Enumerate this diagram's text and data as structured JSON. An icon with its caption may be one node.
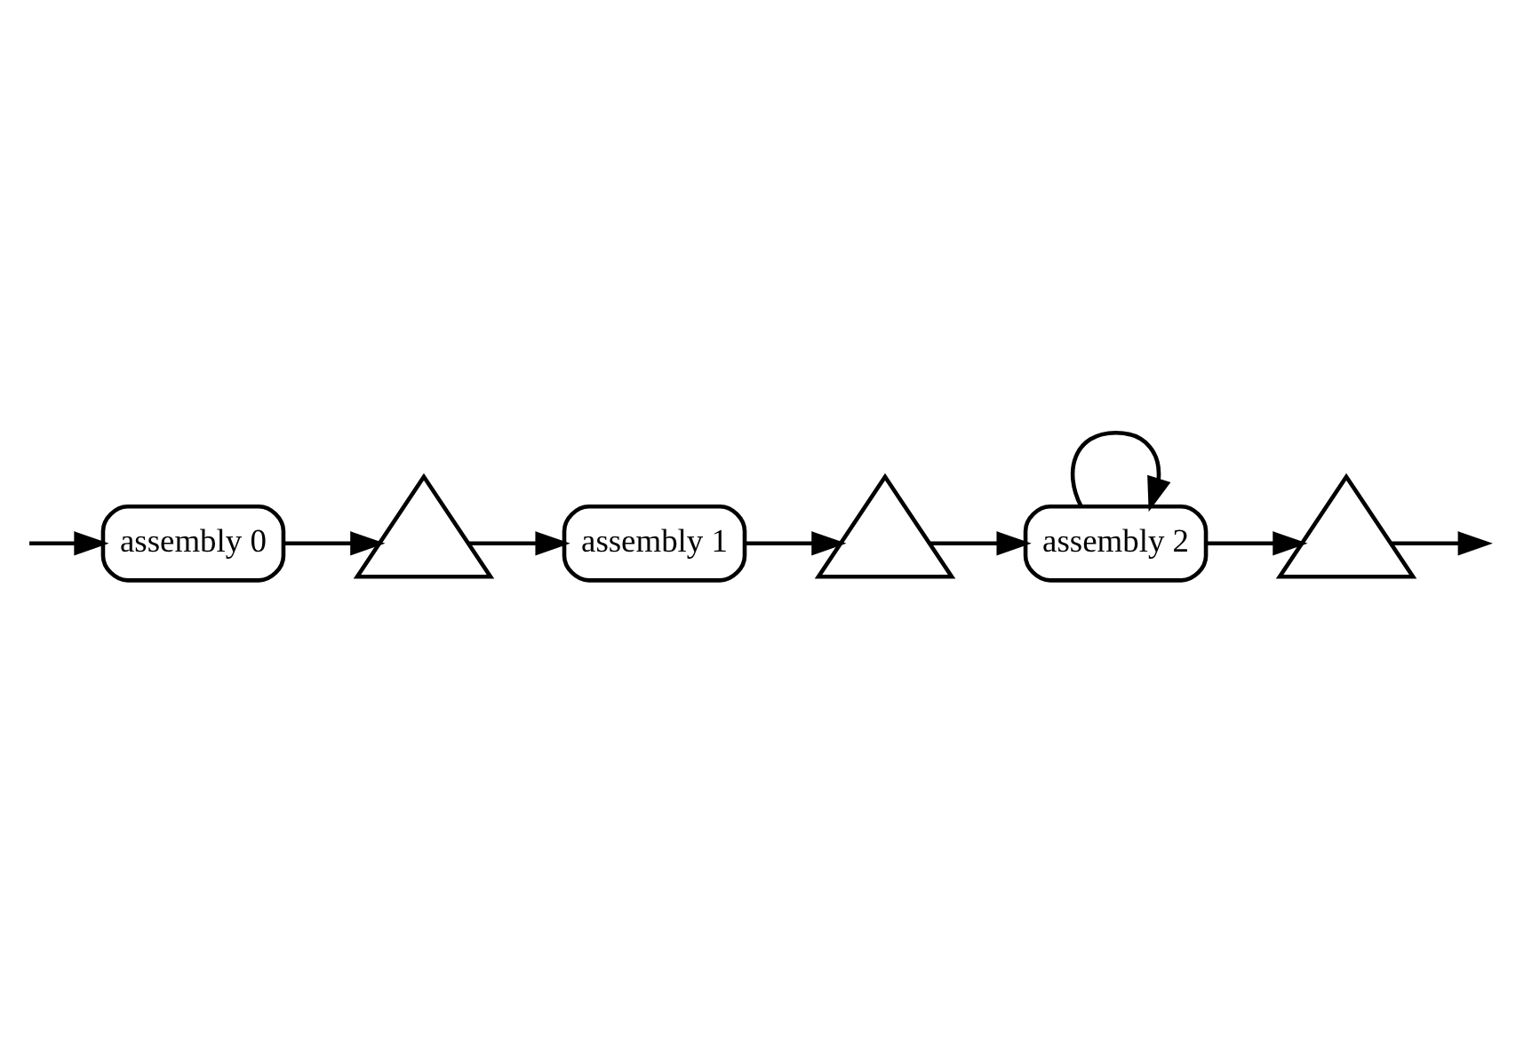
{
  "diagram": {
    "nodes": [
      {
        "text": [
          "assembly 0"
        ]
      },
      {
        "text": [],
        "shape": "triangle"
      },
      {
        "text": [
          "assembly 1"
        ]
      },
      {
        "text": [],
        "shape": "triangle"
      },
      {
        "text": [
          "assembly 2"
        ]
      },
      {
        "text": [],
        "shape": "triangle"
      }
    ],
    "edges": [
      {
        "from": null,
        "to": 0,
        "arrow": "to"
      },
      {
        "from": 0,
        "to": 1,
        "arrow": "to"
      },
      {
        "from": 1,
        "to": 2,
        "arrow": "to"
      },
      {
        "from": 2,
        "to": 3,
        "arrow": "to"
      },
      {
        "from": 3,
        "to": 4,
        "arrow": "to"
      },
      {
        "from": 4,
        "to": 4,
        "arrow": "to"
      },
      {
        "from": 4,
        "to": 5,
        "arrow": "to"
      },
      {
        "from": 5,
        "to": null,
        "arrow": "to"
      }
    ]
  }
}
